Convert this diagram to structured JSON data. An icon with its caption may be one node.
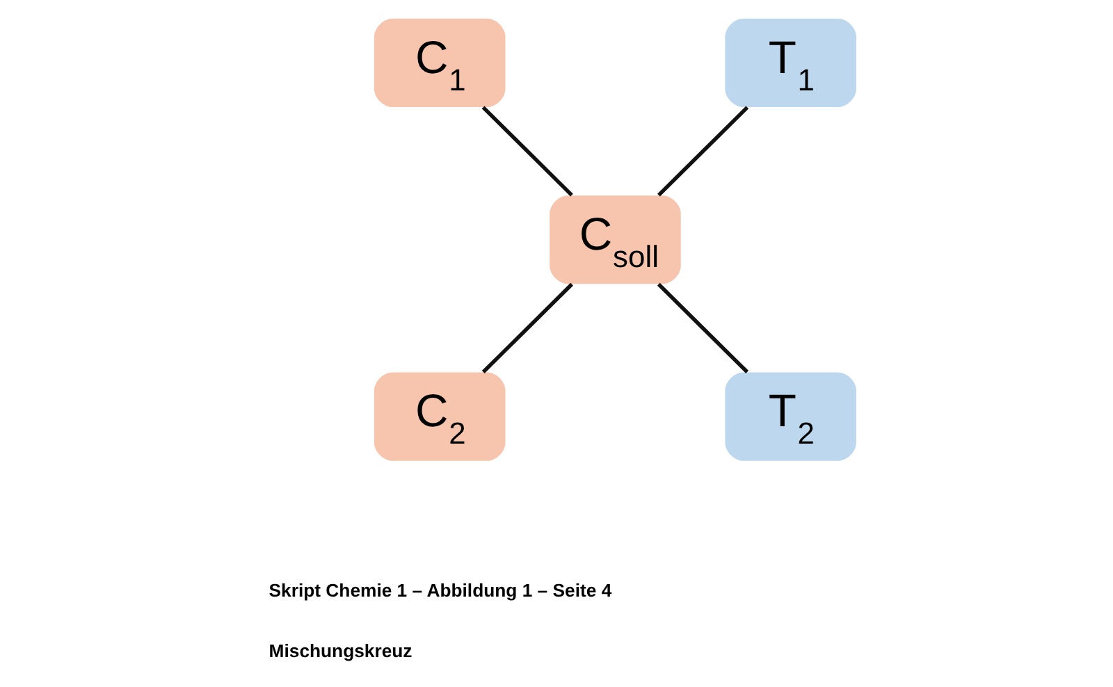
{
  "diagram": {
    "caption": "Mischungskreuz",
    "nodes": [
      {
        "text": [
          "C$_{1}$"
        ]
      },
      {
        "text": [
          "T$_{1}$"
        ]
      },
      {
        "text": [
          "C$_{soll}$"
        ]
      },
      {
        "text": [
          "C$_{2}$"
        ]
      },
      {
        "text": [
          "T$_{2}$"
        ]
      }
    ],
    "edges": [
      {
        "from": 0,
        "to": 2,
        "arrow": "none"
      },
      {
        "from": 1,
        "to": 2,
        "arrow": "none"
      },
      {
        "from": 2,
        "to": 3,
        "arrow": "none"
      },
      {
        "from": 2,
        "to": 4,
        "arrow": "none"
      }
    ],
    "labels": [
      "Skript Chemie 1 – Abbildung 1 – Seite 4"
    ]
  }
}
